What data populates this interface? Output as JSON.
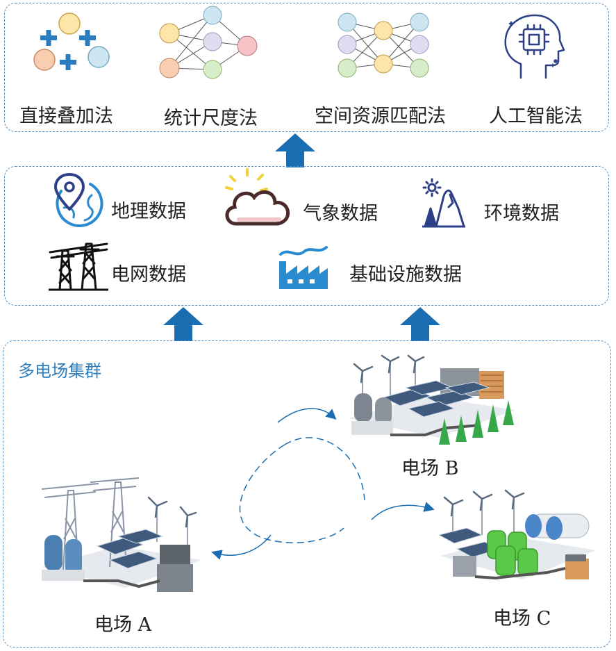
{
  "methods": [
    {
      "label": "直接叠加法",
      "icon": "plus-circles-icon"
    },
    {
      "label": "统计尺度法",
      "icon": "neural-network-icon"
    },
    {
      "label": "空间资源匹配法",
      "icon": "neural-network-icon"
    },
    {
      "label": "人工智能法",
      "icon": "ai-head-chip-icon"
    }
  ],
  "data_types": [
    {
      "label": "地理数据",
      "icon": "globe-pin-icon"
    },
    {
      "label": "气象数据",
      "icon": "cloud-sun-icon"
    },
    {
      "label": "环境数据",
      "icon": "mountain-tree-icon"
    },
    {
      "label": "电网数据",
      "icon": "transmission-tower-icon"
    },
    {
      "label": "基础设施数据",
      "icon": "factory-icon"
    }
  ],
  "cluster": {
    "title": "多电场集群",
    "farms": [
      {
        "label": "电场 A"
      },
      {
        "label": "电场 B"
      },
      {
        "label": "电场 C"
      }
    ]
  },
  "colors": {
    "border": "#4f8fc6",
    "arrow": "#1a6db0",
    "cluster_title": "#2f7fbf"
  }
}
